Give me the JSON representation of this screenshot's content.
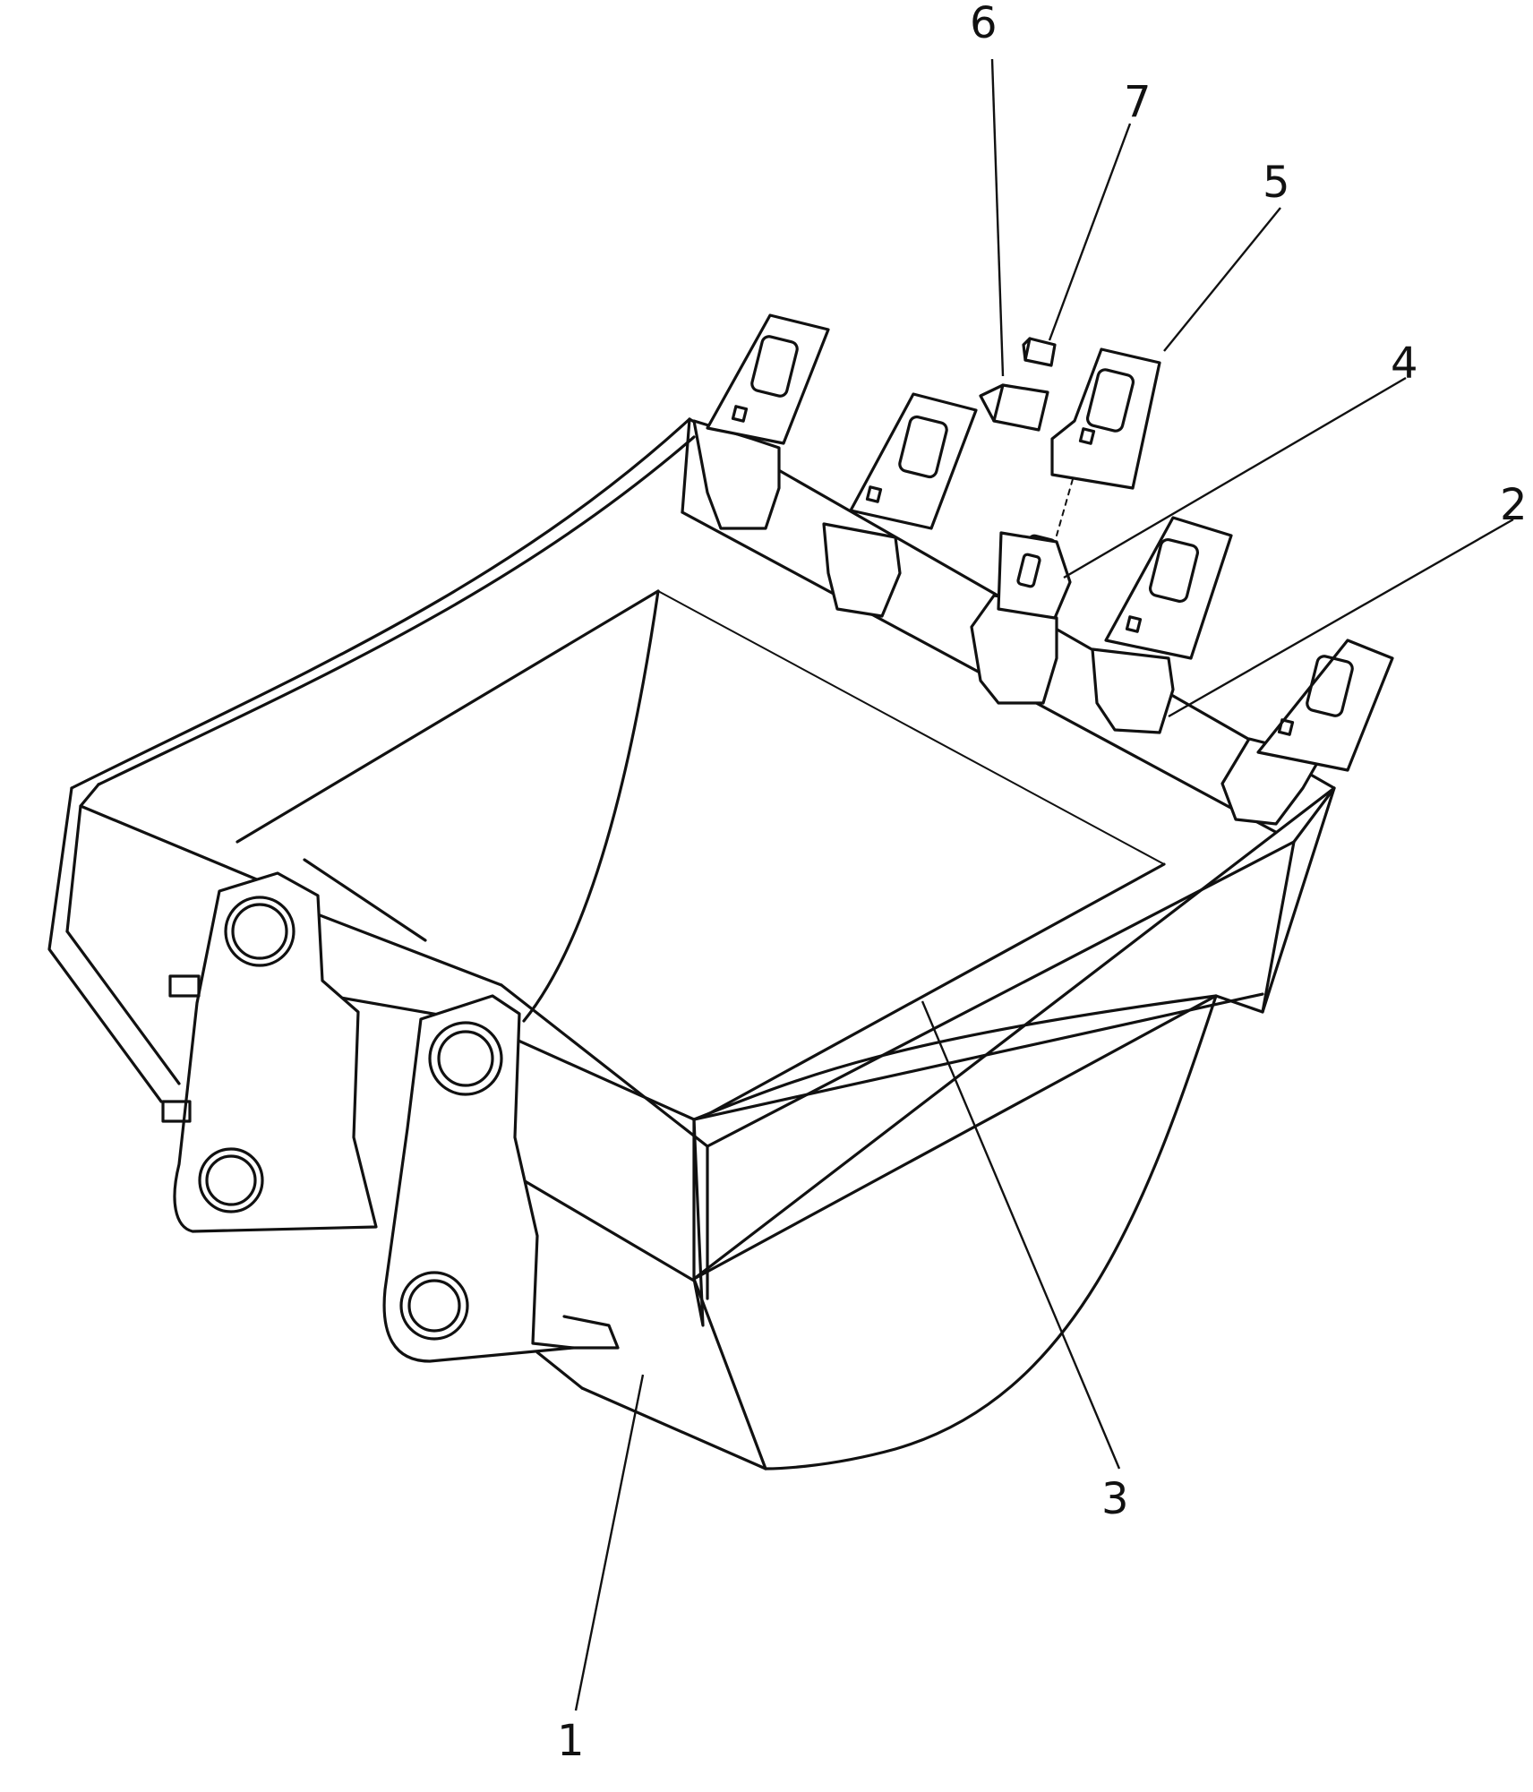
{
  "callouts": [
    {
      "id": "1",
      "label": "1",
      "part": "bucket"
    },
    {
      "id": "2",
      "label": "2",
      "part": "cutting-edge"
    },
    {
      "id": "3",
      "label": "3",
      "part": "side-cutter"
    },
    {
      "id": "4",
      "label": "4",
      "part": "tooth-adapter"
    },
    {
      "id": "5",
      "label": "5",
      "part": "tooth-point"
    },
    {
      "id": "6",
      "label": "6",
      "part": "lock-pin"
    },
    {
      "id": "7",
      "label": "7",
      "part": "rubber-lock"
    }
  ],
  "colors": {
    "line": "#111111",
    "background": "#ffffff"
  }
}
